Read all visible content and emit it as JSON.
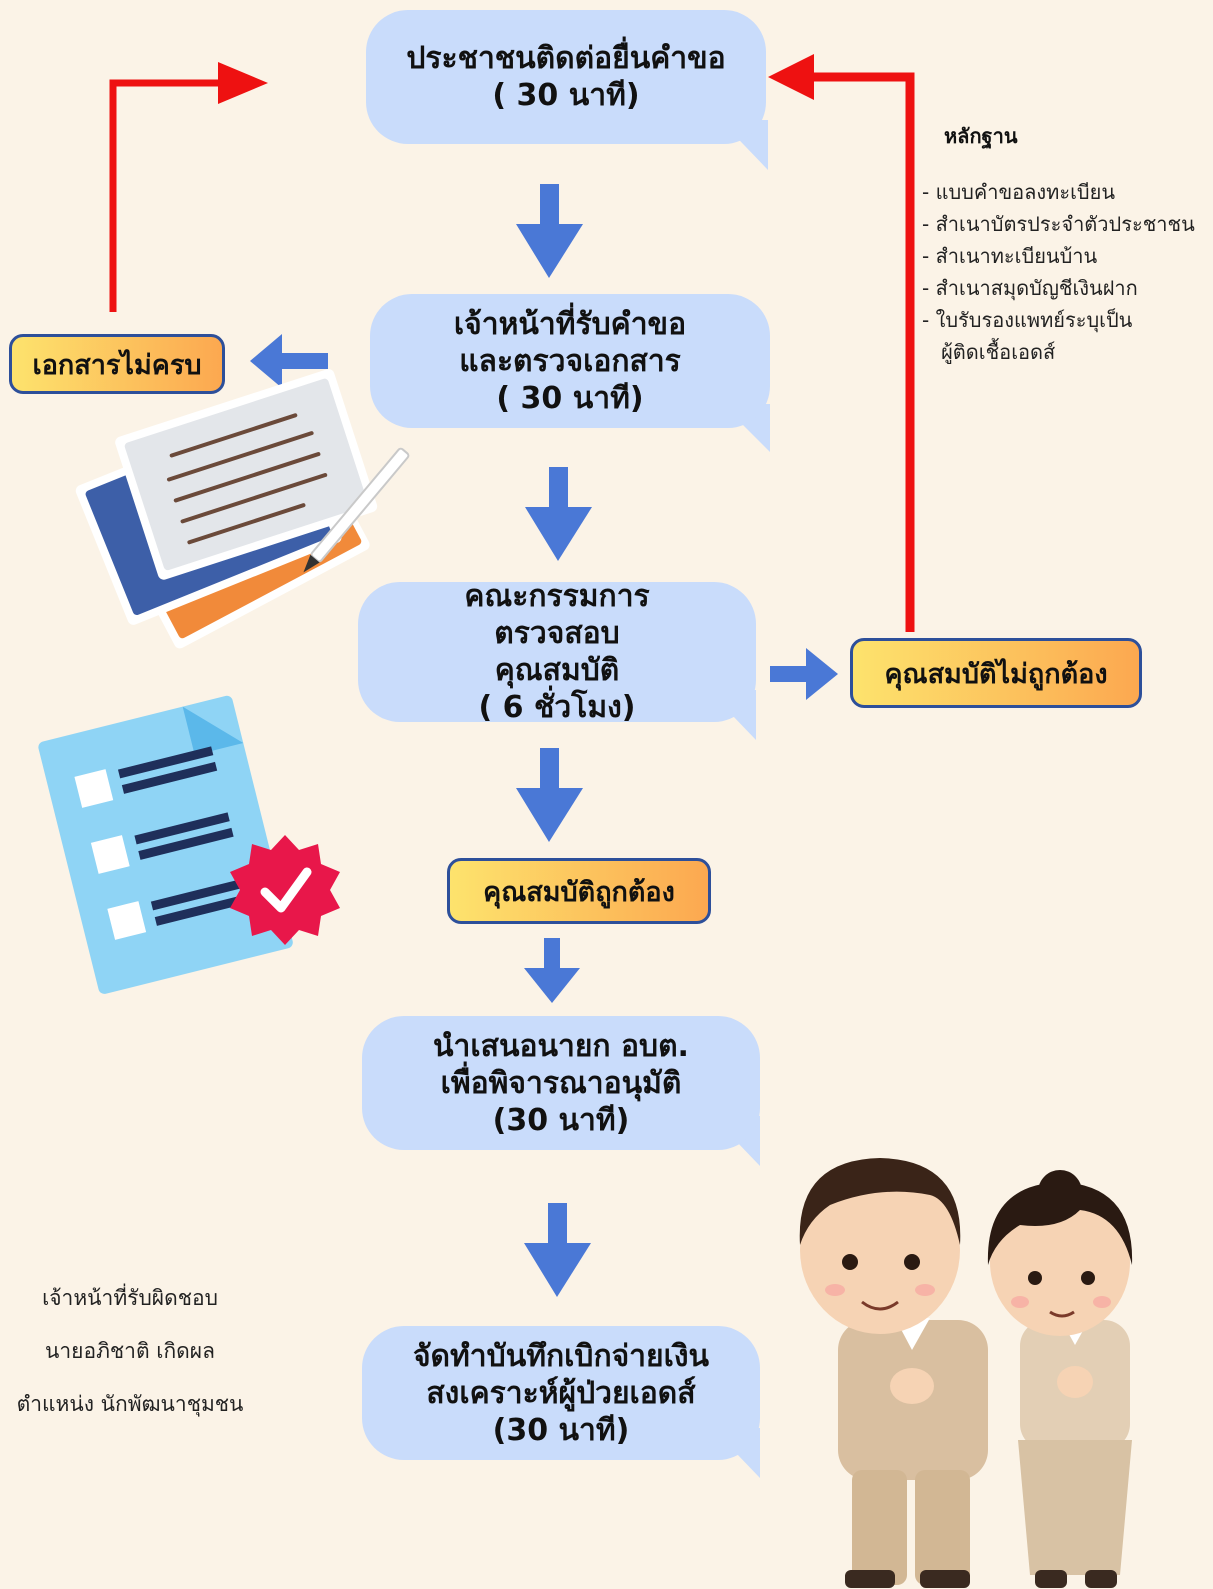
{
  "steps": [
    {
      "title": "ประชาชนติดต่อยื่นคำขอ\n( 30 นาที)"
    },
    {
      "title": "เจ้าหน้าที่รับคำขอ\nและตรวจเอกสาร\n( 30 นาที)"
    },
    {
      "title": "คณะกรรมการ\nตรวจสอบ\nคุณสมบัติ\n( 6 ชั่วโมง)"
    },
    {
      "title": "นำเสนอนายก อบต.\nเพื่อพิจารณาอนุมัติ\n(30 นาที)"
    },
    {
      "title": "จัดทำบันทึกเบิกจ่ายเงิน\nสงเคราะห์ผู้ป่วยเอดส์\n(30 นาที)"
    }
  ],
  "labels": {
    "incomplete_docs": "เอกสารไม่ครบ",
    "unqualified": "คุณสมบัติไม่ถูกต้อง",
    "qualified": "คุณสมบัติถูกต้อง"
  },
  "evidence": {
    "title": "หลักฐาน",
    "items": [
      "- แบบคำขอลงทะเบียน",
      "- สำเนาบัตรประจำตัวประชาชน",
      "- สำเนาทะเบียนบ้าน",
      "- สำเนาสมุดบัญชีเงินฝาก",
      "- ใบรับรองแพทย์ระบุเป็น",
      "   ผู้ติดเชื้อเอดส์"
    ]
  },
  "responsible": {
    "line1": "เจ้าหน้าที่รับผิดชอบ",
    "line2": "นายอภิชาติ เกิดผล",
    "line3": "ตำแหน่ง นักพัฒนาชุมชน"
  },
  "colors": {
    "background": "#fbf3e7",
    "bubble": "#c9dcfb",
    "flow_arrow": "#4a78d6",
    "return_arrow": "#ee1111",
    "pill_start": "#fde36d",
    "pill_end": "#fca850",
    "pill_border": "#2d4f9a"
  },
  "icons": [
    "documents-pen-icon",
    "checklist-approved-icon",
    "officer-man-icon",
    "officer-woman-icon"
  ]
}
